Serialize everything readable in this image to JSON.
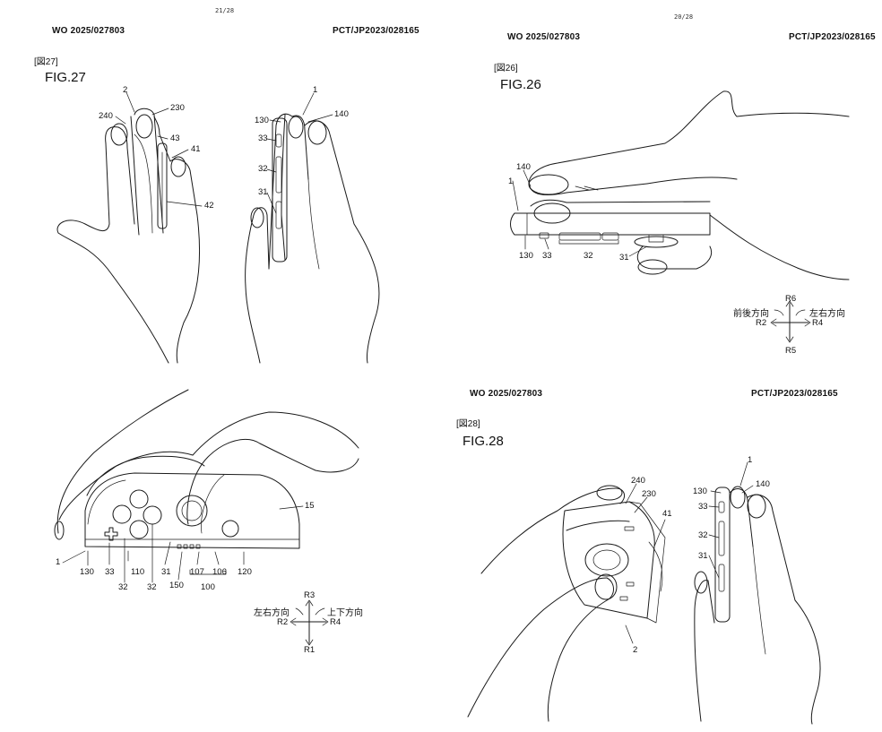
{
  "left_page": {
    "page_number": "21/28",
    "header_left": "WO 2025/027803",
    "header_right": "PCT/JP2023/028165",
    "fig27": {
      "bracket": "[図27]",
      "title": "FIG.27",
      "labels": {
        "n2": "2",
        "n240": "240",
        "n230": "230",
        "n43": "43",
        "n41": "41",
        "n42": "42",
        "n1": "1",
        "n130": "130",
        "n140": "140",
        "n33": "33",
        "n32": "32",
        "n31": "31"
      }
    },
    "bottom": {
      "labels": {
        "n15": "15",
        "n1": "1",
        "n130": "130",
        "n33": "33",
        "n110": "110",
        "n31": "31",
        "n107": "107",
        "n106": "106",
        "n120": "120",
        "n32a": "32",
        "n32b": "32",
        "n150": "150",
        "n100": "100"
      },
      "axis": {
        "r1": "R1",
        "r2": "R2",
        "r3": "R3",
        "r4": "R4",
        "lr": "左右方向",
        "ud": "上下方向"
      }
    }
  },
  "right_page": {
    "page_number": "20/28",
    "header_left": "WO 2025/027803",
    "header_right": "PCT/JP2023/028165",
    "fig26": {
      "bracket": "[図26]",
      "title": "FIG.26",
      "labels": {
        "n140": "140",
        "n1": "1",
        "n130": "130",
        "n33": "33",
        "n32": "32",
        "n31": "31"
      },
      "axis": {
        "r2": "R2",
        "r4": "R4",
        "r5": "R5",
        "r6": "R6",
        "fb": "前後方向",
        "lr": "左右方向"
      }
    }
  },
  "lower_right_page": {
    "header_left": "WO 2025/027803",
    "header_right": "PCT/JP2023/028165",
    "fig28": {
      "bracket": "[図28]",
      "title": "FIG.28",
      "labels": {
        "n240": "240",
        "n230": "230",
        "n41": "41",
        "n2": "2",
        "n1": "1",
        "n130": "130",
        "n140": "140",
        "n33": "33",
        "n32": "32",
        "n31": "31"
      }
    }
  }
}
